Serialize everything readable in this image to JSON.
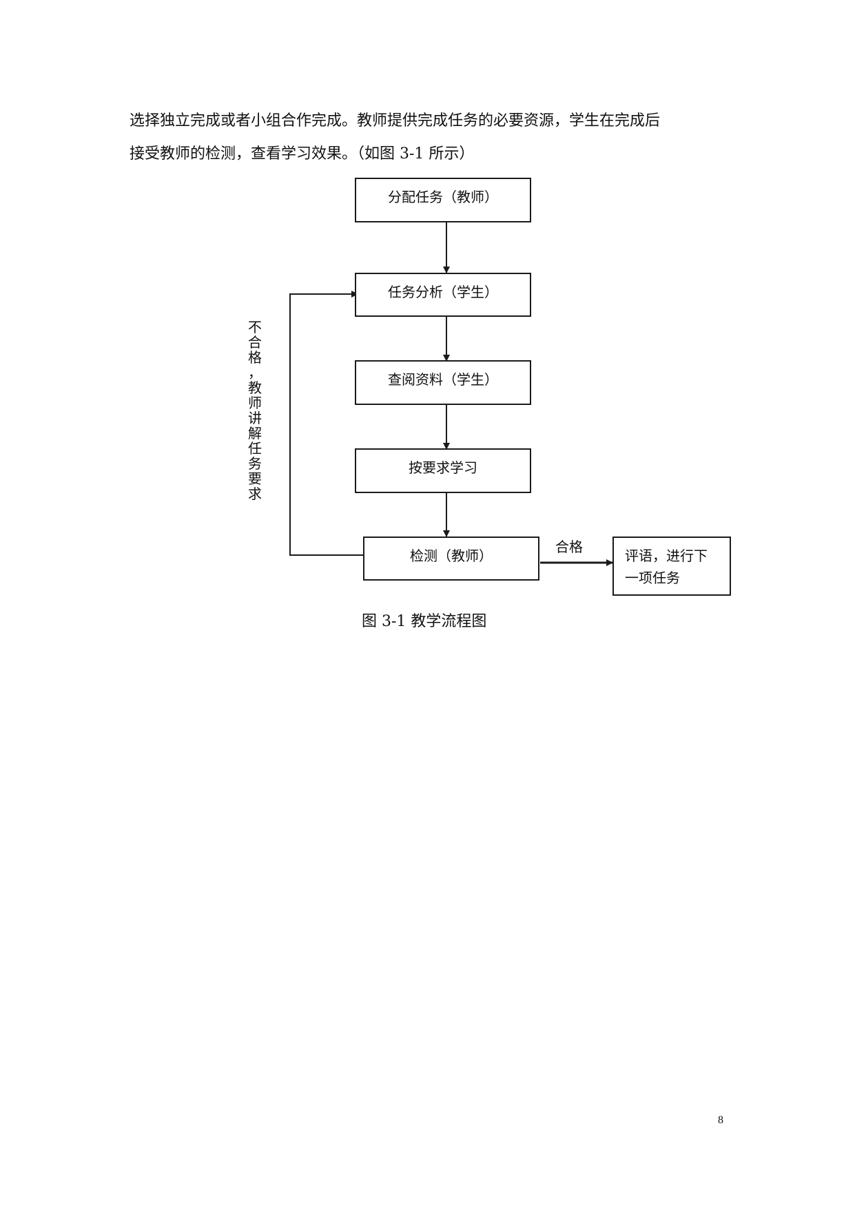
{
  "paragraph": {
    "line1": "选择独立完成或者小组合作完成。教师提供完成任务的必要资源，学生在完成后",
    "line2": "接受教师的检测，查看学习效果。（如图 3-1 所示）"
  },
  "flowchart": {
    "step1": "分配任务（教师）",
    "step2": "任务分析（学生）",
    "step3": "查阅资料（学生）",
    "step4": "按要求学习",
    "step5": "检测（教师）",
    "result_line1": "评语，进行下",
    "result_line2": "一项任务",
    "pass_label": "合格",
    "fail_label": "不合格，教师讲解任务要求"
  },
  "caption": "图 3-1 教学流程图",
  "page_number": "8"
}
